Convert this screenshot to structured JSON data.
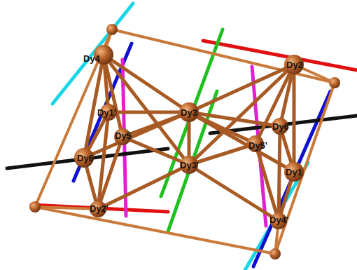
{
  "diagram": {
    "labels": [
      "Dy4",
      "Dy2",
      "Dy1'",
      "Dy3",
      "Dy6'",
      "Dy5",
      "Dy6",
      "Dy5'",
      "Dy3'",
      "Dy1",
      "Dy2'",
      "Dy4'"
    ]
  }
}
